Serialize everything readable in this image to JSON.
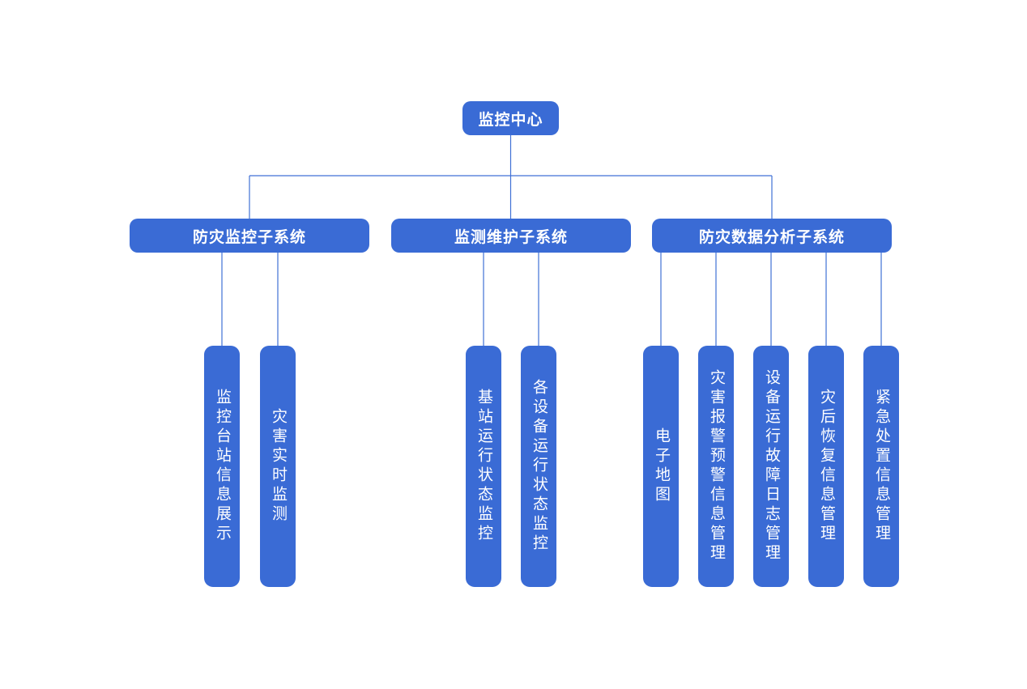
{
  "diagram": {
    "colors": {
      "node_fill": "#3a6bd5",
      "node_text": "#ffffff",
      "line": "#4071d6",
      "background": "#ffffff"
    },
    "root": {
      "label": "监控中心"
    },
    "subsystems": [
      {
        "label": "防灾监控子系统",
        "children": [
          {
            "label": "监控台站信息展示"
          },
          {
            "label": "灾害实时监测"
          }
        ]
      },
      {
        "label": "监测维护子系统",
        "children": [
          {
            "label": "基站运行状态监控"
          },
          {
            "label": "各设备运行状态监控"
          }
        ]
      },
      {
        "label": "防灾数据分析子系统",
        "children": [
          {
            "label": "电子地图"
          },
          {
            "label": "灾害报警预警信息管理"
          },
          {
            "label": "设备运行故障日志管理"
          },
          {
            "label": "灾后恢复信息管理"
          },
          {
            "label": "紧急处置信息管理"
          }
        ]
      }
    ]
  }
}
